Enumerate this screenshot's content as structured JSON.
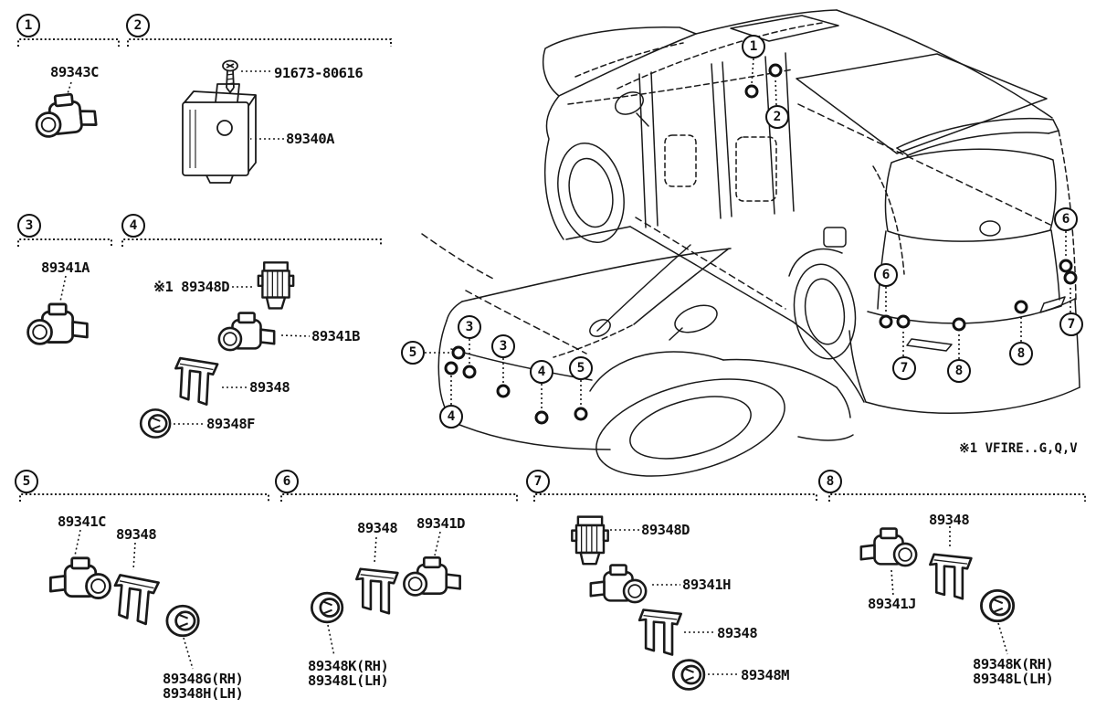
{
  "note": "※1 VFIRE..G,Q,V",
  "colors": {
    "ink": "#1a1a1a",
    "paper": "#ffffff"
  },
  "sections": [
    {
      "num": "1",
      "parts": [
        "89343C"
      ]
    },
    {
      "num": "2",
      "parts": [
        "91673-80616",
        "89340A"
      ]
    },
    {
      "num": "3",
      "parts": [
        "89341A"
      ]
    },
    {
      "num": "4",
      "parts": [
        "※1 89348D",
        "89341B",
        "89348",
        "89348F"
      ]
    },
    {
      "num": "5",
      "parts": [
        "89341C",
        "89348",
        "89348G(RH)",
        "89348H(LH)"
      ]
    },
    {
      "num": "6",
      "parts": [
        "89348",
        "89341D",
        "89348K(RH)",
        "89348L(LH)"
      ]
    },
    {
      "num": "7",
      "parts": [
        "89348D",
        "89341H",
        "89348",
        "89348M"
      ]
    },
    {
      "num": "8",
      "parts": [
        "89348",
        "89341J",
        "89348K(RH)",
        "89348L(LH)"
      ]
    }
  ],
  "vehicle_callouts": {
    "rear": [
      "1",
      "2",
      "6",
      "7",
      "8",
      "8",
      "6",
      "7"
    ],
    "front": [
      "5",
      "3",
      "3",
      "4",
      "4",
      "5"
    ]
  }
}
